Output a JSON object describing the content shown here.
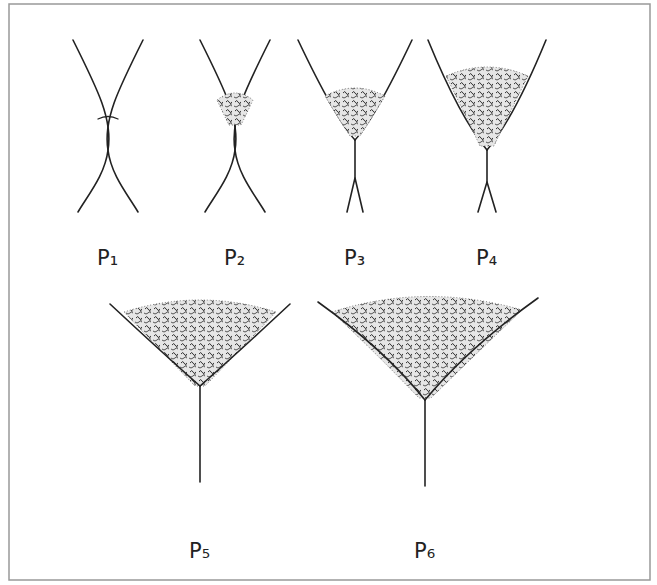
{
  "diagram": {
    "labels": [
      "P₁",
      "P₂",
      "P₃",
      "P₄",
      "P₅",
      "P₆"
    ]
  }
}
